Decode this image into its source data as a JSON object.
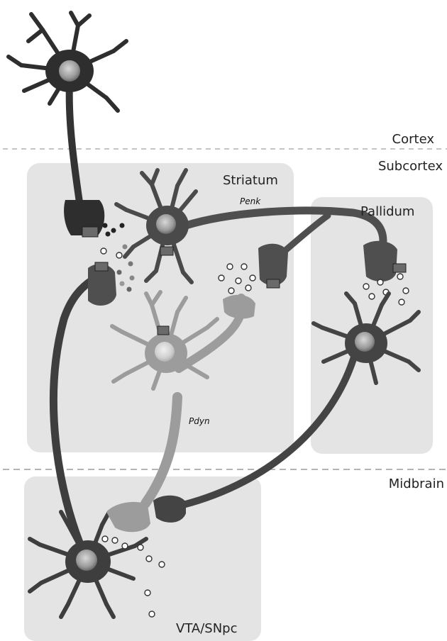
{
  "regions": {
    "cortex": "Cortex",
    "subcortex": "Subcortex",
    "striatum": "Striatum",
    "pallidum": "Pallidum",
    "midbrain": "Midbrain",
    "vta_snpc": "VTA/SNpc"
  },
  "genes": {
    "penk": "Penk",
    "pdyn": "Pdyn"
  },
  "colors": {
    "region_fill": "#e4e4e4",
    "dark_neuron": "#4a4a4a",
    "medium_neuron": "#6a6a6a",
    "light_neuron": "#9c9c9c",
    "soma_highlight": "#cfcfcf",
    "dashed_line": "#888888"
  }
}
